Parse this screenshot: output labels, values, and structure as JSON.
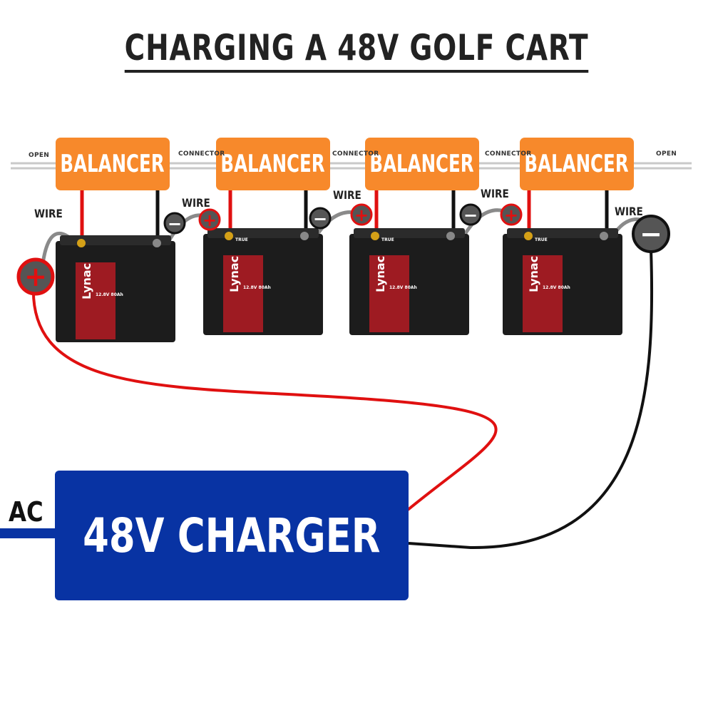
{
  "title": "CHARGING A 48V GOLF CART",
  "balancers": [
    "BALANCER",
    "BALANCER",
    "BALANCER",
    "BALANCER"
  ],
  "rail_labels": {
    "open_left": "OPEN",
    "connector_1": "CONNECTOR",
    "connector_2": "CONNECTOR",
    "connector_3": "CONNECTOR",
    "open_right": "OPEN"
  },
  "wire_labels": [
    "WIRE",
    "WIRE",
    "WIRE",
    "WIRE",
    "WIRE"
  ],
  "battery": {
    "brand": "Lynac",
    "spec": "12.8V 80Ah",
    "badge": "TRUE"
  },
  "terminals": {
    "positive": "+",
    "negative": "−"
  },
  "charger": {
    "label": "48V CHARGER"
  },
  "ac_label": "AC",
  "colors": {
    "balancer": "#f7892b",
    "charger": "#0833a3",
    "positive_wire": "#e01010",
    "negative_wire": "#111111",
    "battery_body": "#1c1c1c",
    "battery_label": "#9e1b22"
  }
}
